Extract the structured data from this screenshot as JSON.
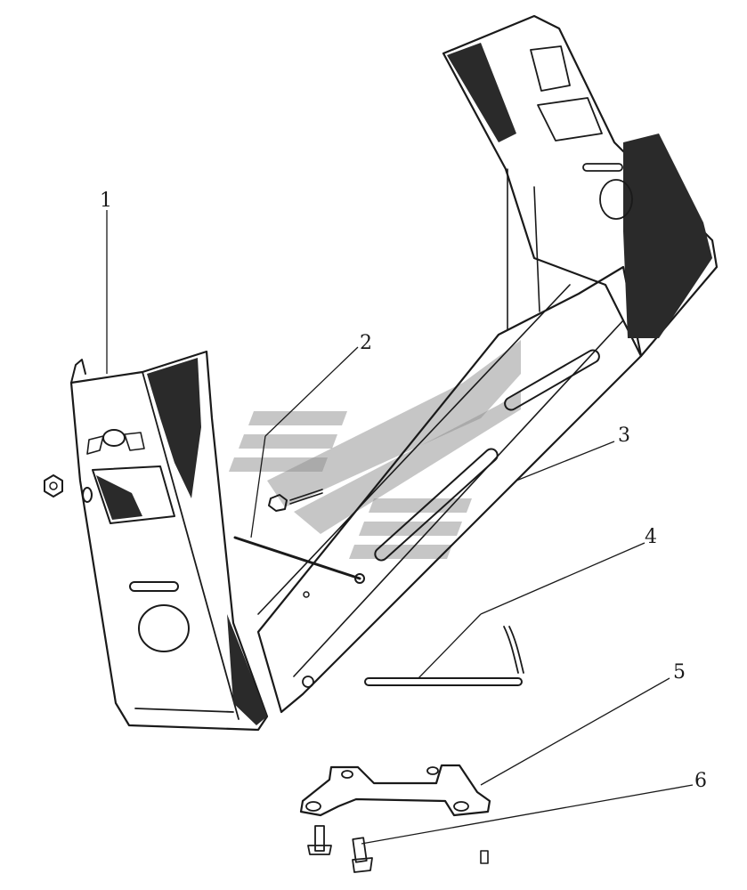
{
  "callouts": [
    {
      "id": "1",
      "text": "1"
    },
    {
      "id": "2",
      "text": "2"
    },
    {
      "id": "3",
      "text": "3"
    },
    {
      "id": "4",
      "text": "4"
    },
    {
      "id": "5",
      "text": "5"
    },
    {
      "id": "6",
      "text": "6"
    }
  ],
  "colors": {
    "ink": "#1a1a1a",
    "paper": "#ffffff",
    "watermark": "#8d8d8d"
  }
}
